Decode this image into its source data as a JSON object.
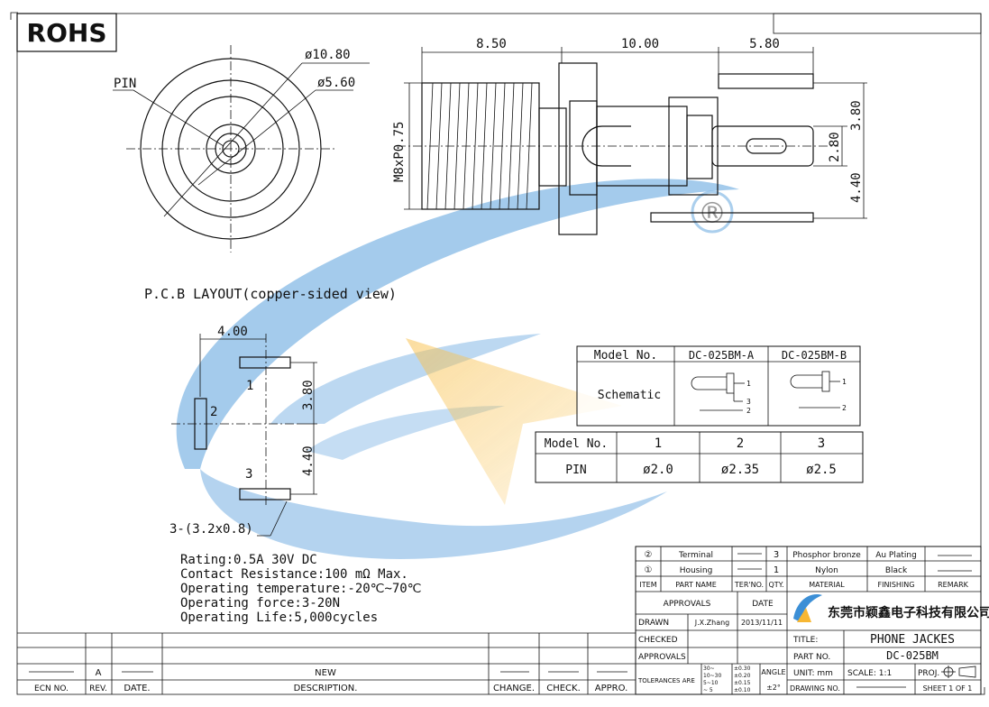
{
  "rohs": "ROHS",
  "front_view": {
    "pin_label": "PIN",
    "dia_outer": "ø10.80",
    "dia_inner": "ø5.60"
  },
  "side_view": {
    "dim_a": "8.50",
    "dim_b": "10.00",
    "dim_c": "5.80",
    "thread": "M8xP0.75",
    "dim_v1": "3.80",
    "dim_v2": "2.80",
    "dim_v3": "4.40"
  },
  "pcb": {
    "title": "P.C.B  LAYOUT(copper-sided  view)",
    "dim_h": "4.00",
    "dim_v1": "3.80",
    "dim_v2": "4.40",
    "pad1": "1",
    "pad2": "2",
    "pad3": "3",
    "pad_size": "3-(3.2x0.8)"
  },
  "specs": [
    "Rating:0.5A  30V  DC",
    "Contact  Resistance:100  mΩ  Max.",
    "Operating  temperature:-20℃~70℃",
    "Operating  force:3-20N",
    "Operating  Life:5,000cycles"
  ],
  "model_table": {
    "h_label": "Model  No.",
    "h_a": "DC-025BM-A",
    "h_b": "DC-025BM-B",
    "row_label": "Schematic"
  },
  "pin_table": {
    "h_label": "Model  No.",
    "cols": [
      "1",
      "2",
      "3"
    ],
    "row_label": "PIN",
    "values": [
      "ø2.0",
      "ø2.35",
      "ø2.5"
    ]
  },
  "parts": {
    "r2": [
      "②",
      "Terminal",
      "3",
      "Phosphor bronze",
      "Au Plating"
    ],
    "r1": [
      "①",
      "Housing",
      "1",
      "Nylon",
      "Black"
    ],
    "header": [
      "ITEM",
      "PART NAME",
      "TER'NO.",
      "QTY.",
      "MATERIAL",
      "FINISHING",
      "REMARK"
    ]
  },
  "titleblock": {
    "approvals": "APPROVALS",
    "date": "DATE",
    "drawn": "DRAWN",
    "drawn_by": "J.X.Zhang",
    "drawn_date": "2013/11/11",
    "checked": "CHECKED",
    "approvals2": "APPROVALS",
    "tolerances": "TOLERANCES  ARE",
    "tol_ranges": [
      "30~",
      "10~30",
      "5~10",
      "~ 5"
    ],
    "tol_vals": [
      "±0.30",
      "±0.20",
      "±0.15",
      "±0.10"
    ],
    "angle": "ANGLE",
    "angle_val": "±2°",
    "company": "东莞市颖鑫电子科技有限公司",
    "title_label": "TITLE:",
    "title": "PHONE  JACKES",
    "partno_label": "PART  NO.",
    "partno": "DC-025BM",
    "unit": "UNIT:  mm",
    "scale": "SCALE:   1:1",
    "proj": "PROJ.",
    "drawing_no": "DRAWING  NO.",
    "sheet": "SHEET  1  OF  1"
  },
  "revblock": {
    "rev_a": "A",
    "new": "NEW",
    "ecn": "ECN  NO.",
    "rev": "REV.",
    "date": "DATE.",
    "description": "DESCRIPTION.",
    "change": "CHANGE.",
    "check": "CHECK.",
    "appro": "APPRO."
  },
  "schematic_pins": {
    "a": [
      "1",
      "3",
      "2"
    ],
    "b": [
      "1",
      "2"
    ]
  },
  "colors": {
    "watermark_blue": "#3c8fd6",
    "watermark_orange": "#f7b733"
  }
}
